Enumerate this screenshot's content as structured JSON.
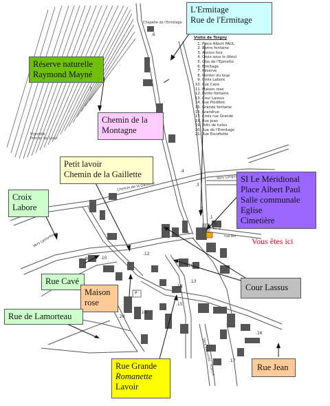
{
  "colors": {
    "yellow": "#ffff00",
    "cyan": "#ccffff",
    "green": "#6fbf0c",
    "pink": "#ffccff",
    "paleyellow": "#ffffcc",
    "lightgreen": "#ccffcc",
    "purple": "#9966ff",
    "orange": "#ffcc99",
    "grey": "#c0c0c0",
    "red": "#e8001b"
  },
  "labels": {
    "ermitage": [
      "L'Ermitage",
      "Rue de l'Ermitage"
    ],
    "reserve": [
      "Réserve naturelle",
      "Raymond Mayné"
    ],
    "montagne": [
      "Chemin de la",
      "Montagne"
    ],
    "lavoir": [
      "Petit lavoir",
      "Chemin de la Gaillette"
    ],
    "croix": [
      "Croix",
      "Labore"
    ],
    "si": [
      "SI Le Méridional",
      "Place Albert Paul",
      "Salle communale",
      "Eglise",
      "Cimetière"
    ],
    "vous": "Vous êtes ici",
    "cave": "Rue Cavé",
    "maison": [
      "Maison",
      "rose"
    ],
    "lamorteau": "Rue de Lamorteau",
    "lassus": "Cour Lassus",
    "grande": [
      "Rue Grande",
      "Romanette",
      "Lavoir"
    ],
    "jean": "Rue Jean"
  },
  "legend": {
    "title": "Visite de Torgny",
    "items": [
      "Place Albert PAUL",
      "Borne fontaine",
      "Ancien four",
      "Croix sous le tilleul",
      "Clos de l'Epinette",
      "Ermitage",
      "Réserve",
      "Pointer du loup",
      "Croix Labore",
      "Rue Cavé",
      "Maison rose",
      "Petite fontaine",
      "Cour Lassus",
      "Rue Piedibre",
      "Grande fontaine",
      "Grandrue",
      "Croix rue Grande",
      "Rue Jean",
      "Toits de tuiles",
      "Rue de l'Ermitage",
      "Rue Escofiette"
    ]
  },
  "map_text": {
    "chapelle": "Chapelle de l'Ermitage",
    "vignoble": "Vignoble Pointer du Loup",
    "longuyon": "Vers Longuyon - France",
    "lamorteau": "Vers Lamorteau",
    "ecouviez": "Vers Ecouviez - France",
    "rue_bis": "rue bis",
    "chemin": "Chemin de la Gaillette"
  },
  "numbers": [
    ".6",
    ".7",
    ".4",
    ".3",
    ".1",
    ".2",
    ".10",
    ".12",
    ".13",
    ".14",
    ".16",
    ".17",
    ".19",
    ".20",
    ".15",
    "9",
    ".18",
    "P",
    "P",
    "P"
  ]
}
